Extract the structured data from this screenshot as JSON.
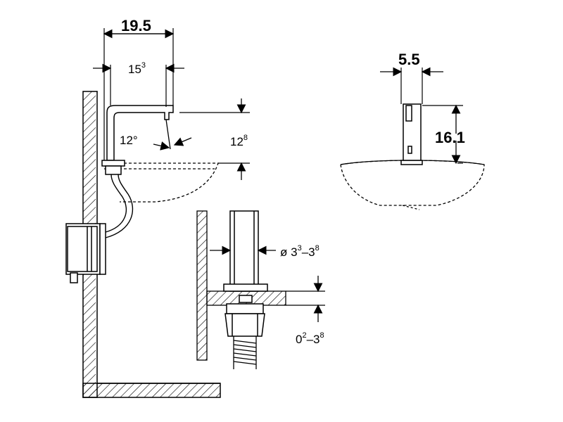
{
  "labels": {
    "spout_width": "19.5",
    "inner_width_base": "15",
    "inner_width_sup": "3",
    "angle": "12°",
    "height_base": "12",
    "height_sup": "8",
    "side_width": "5.5",
    "side_height": "16.1",
    "diameter_prefix": "ø 3",
    "diameter_sup1": "3",
    "diameter_mid": "–3",
    "diameter_sup2": "8",
    "thickness_base": "0",
    "thickness_sup1": "2",
    "thickness_mid": "–3",
    "thickness_sup2": "8"
  }
}
